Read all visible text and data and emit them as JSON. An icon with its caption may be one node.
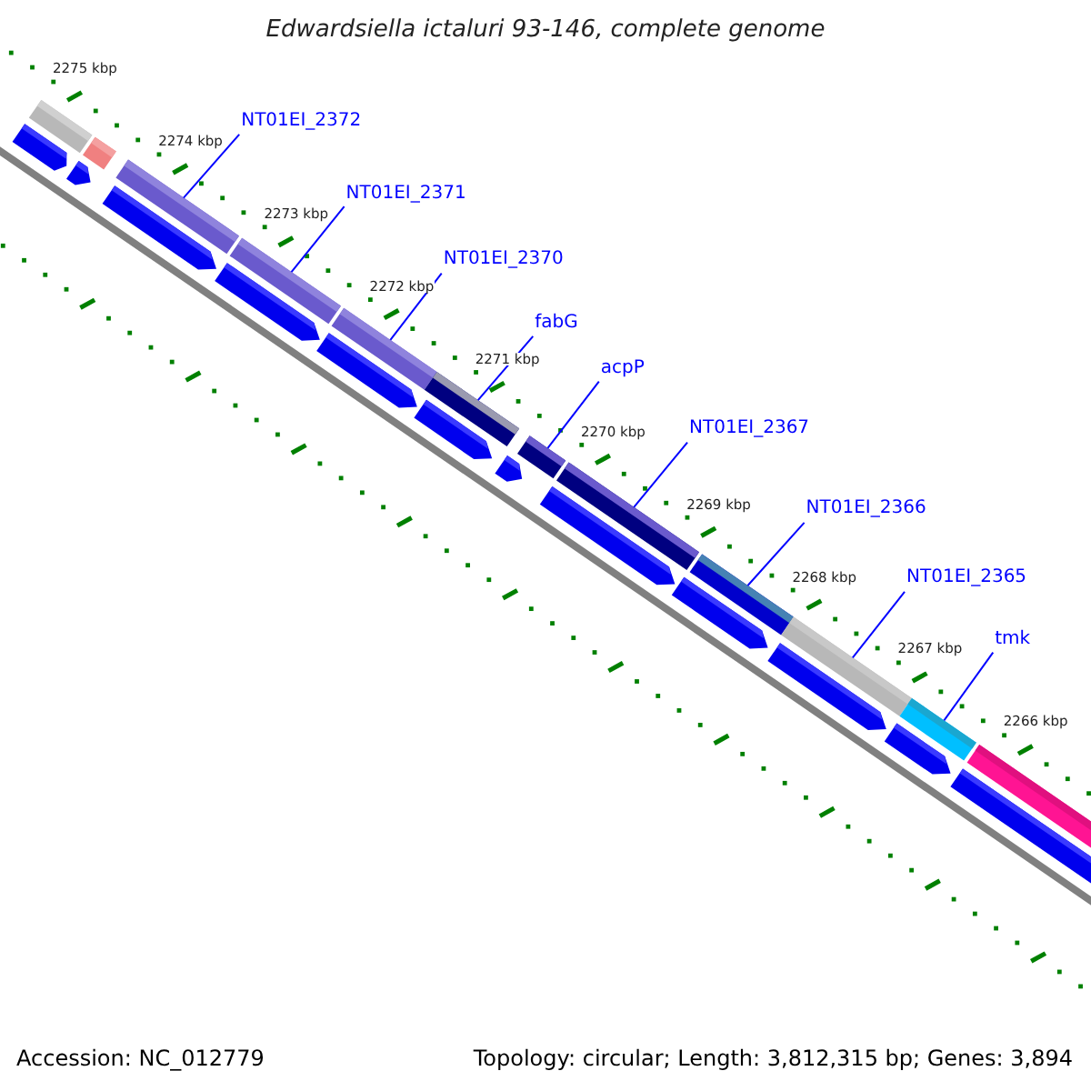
{
  "diagram": {
    "title": "Edwardsiella ictaluri 93-146, complete genome",
    "nodes": [
      {
        "text": [
          "NT01EI_2372"
        ]
      },
      {
        "text": [
          "NT01EI_2371"
        ]
      },
      {
        "text": [
          "NT01EI_2370"
        ]
      },
      {
        "text": [
          "fabG"
        ]
      },
      {
        "text": [
          "acpP"
        ]
      },
      {
        "text": [
          "NT01EI_2367"
        ]
      },
      {
        "text": [
          "NT01EI_2366"
        ]
      },
      {
        "text": [
          "NT01EI_2365"
        ]
      },
      {
        "text": [
          "tmk"
        ]
      },
      {
        "text": [],
        "shape": "bar"
      },
      {
        "text": [],
        "shape": "bar"
      },
      {
        "text": [],
        "shape": "bar"
      },
      {
        "text": [],
        "shape": "bar"
      },
      {
        "text": [],
        "shape": "bar"
      },
      {
        "text": [],
        "shape": "bar"
      },
      {
        "text": [],
        "shape": "bar"
      },
      {
        "text": [],
        "shape": "bar"
      },
      {
        "text": [],
        "shape": "bar"
      }
    ],
    "edges": [
      {
        "from": 0,
        "to": 9,
        "arrow": "none"
      },
      {
        "from": 1,
        "to": 10,
        "arrow": "none"
      },
      {
        "from": 2,
        "to": 11,
        "arrow": "none"
      },
      {
        "from": 3,
        "to": 12,
        "arrow": "none"
      },
      {
        "from": 4,
        "to": 13,
        "arrow": "none"
      },
      {
        "from": 5,
        "to": 14,
        "arrow": "none"
      },
      {
        "from": 6,
        "to": 15,
        "arrow": "none"
      },
      {
        "from": 7,
        "to": 16,
        "arrow": "none"
      },
      {
        "from": 8,
        "to": 17,
        "arrow": "none"
      }
    ],
    "labels": [
      "2275 kbp",
      "2274 kbp",
      "2273 kbp",
      "2272 kbp",
      "2271 kbp",
      "2270 kbp",
      "2269 kbp",
      "2268 kbp",
      "2267 kbp",
      "2266 kbp",
      "Accession: NC_012779",
      "Topology: circular; Length: 3,812,315 bp; Genes: 3,894"
    ]
  }
}
